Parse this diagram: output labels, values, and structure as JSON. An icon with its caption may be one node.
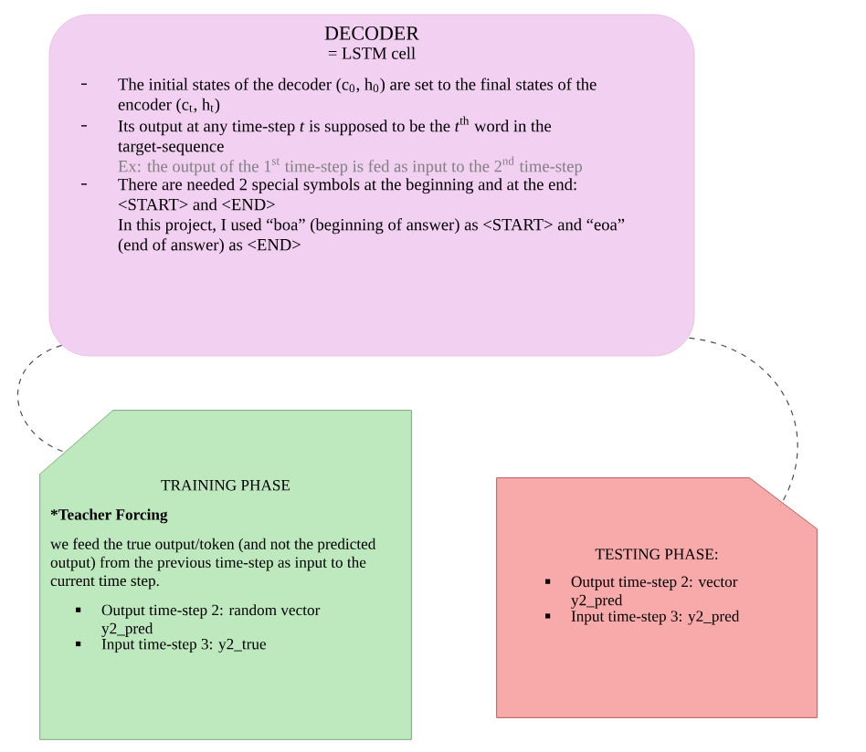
{
  "diagram": {
    "nodes": [
      {
        "text": [
          "DECODER",
          "= LSTM cell",
          "The initial states of the decoder (c$_{0}$, h$_{0}$) are set to the final states of the encoder (c$_{t}$, h$_{t}$)",
          "Its output at any time-step *t* is supposed to be the *t*$^{th}$ word in the target-sequence",
          "Ex: the output of the 1$^{st}$ time-step is fed as input to the 2$^{nd}$ time-step",
          "There are needed 2 special symbols at the beginning and at the end: <START> and <END>",
          "In this project, I used “boa”  (beginning of answer) as <START> and “eoa” (end of answer) as <END>"
        ]
      },
      {
        "text": [
          "TRAINING PHASE",
          "*Teacher Forcing",
          "we feed the true output/token (and not the predicted output) from the previous time-step as input to the current time step.",
          "Output time-step 2: random vector y2_pred",
          "Input time-step 3: y2_true"
        ]
      },
      {
        "text": [
          "TESTING PHASE:",
          "Output time-step 2: vector y2_pred",
          "Input time-step 3: y2_pred"
        ]
      }
    ],
    "edges": [
      {
        "from": 0,
        "to": 1,
        "arrow": "none",
        "style": "dashed"
      },
      {
        "from": 0,
        "to": 2,
        "arrow": "none",
        "style": "dashed"
      }
    ]
  }
}
